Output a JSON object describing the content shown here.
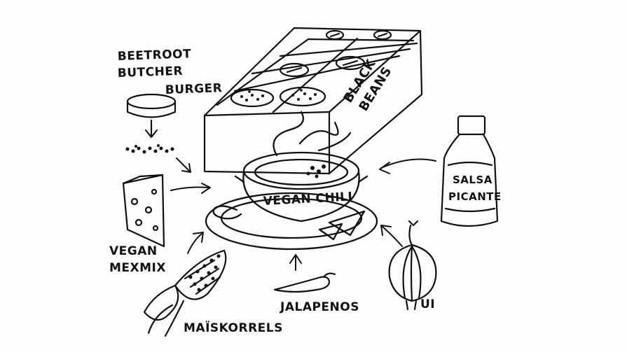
{
  "labels": {
    "burger_line1": "BEETROOT",
    "burger_line2": "BUTCHER",
    "burger_line3": "BURGER",
    "black_beans_line1": "BLACK",
    "black_beans_line2": "BEANS",
    "vegan_chili": "VEGAN CHILI",
    "salsa_line1": "SALSA",
    "salsa_line2": "PICANTE",
    "cheese_line1": "VEGAN",
    "cheese_line2": "MEXMIX",
    "corn": "MAÏSKORRELS",
    "jalapenos": "JALAPENOS",
    "onion": "UI"
  },
  "ink_color": "#111111",
  "paper_color": "#fdfdfc",
  "icons": [
    "burger-patty",
    "black-beans-tray",
    "chili-bowl",
    "salsa-bottle",
    "cheese-block",
    "corn-cob",
    "jalapeno-pepper",
    "onion"
  ]
}
